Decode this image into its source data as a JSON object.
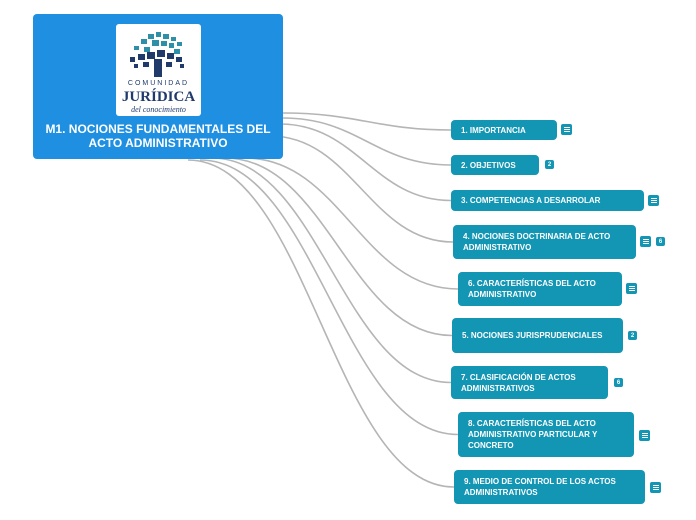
{
  "root": {
    "logo": {
      "line1": "COMUNIDAD",
      "line2": "JURÍDICA",
      "line3": "del conocimiento"
    },
    "title": "M1. NOCIONES FUNDAMENTALES DEL ACTO ADMINISTRATIVO"
  },
  "nodes": [
    {
      "label": "1. IMPORTANCIA",
      "badges": [
        {
          "type": "note",
          "icon": "note-icon"
        }
      ]
    },
    {
      "label": "2. OBJETIVOS",
      "badges": [
        {
          "type": "count",
          "value": "2"
        }
      ]
    },
    {
      "label": "3. COMPETENCIAS A DESARROLAR",
      "badges": [
        {
          "type": "note",
          "icon": "note-icon"
        }
      ]
    },
    {
      "label": "4. NOCIONES DOCTRINARIA DE ACTO ADMINISTRATIVO",
      "badges": [
        {
          "type": "note",
          "icon": "note-icon"
        },
        {
          "type": "count",
          "value": "6"
        }
      ]
    },
    {
      "label": "6. CARACTERÍSTICAS DEL ACTO ADMINISTRATIVO",
      "badges": [
        {
          "type": "note",
          "icon": "note-icon"
        }
      ]
    },
    {
      "label": "5. NOCIONES JURISPRUDENCIALES",
      "badges": [
        {
          "type": "count",
          "value": "2"
        }
      ]
    },
    {
      "label": "7. CLASIFICACIÓN DE ACTOS ADMINISTRATIVOS",
      "badges": [
        {
          "type": "count",
          "value": "6"
        }
      ]
    },
    {
      "label": "8. CARACTERÍSTICAS DEL ACTO ADMINISTRATIVO PARTICULAR Y CONCRETO",
      "badges": [
        {
          "type": "note",
          "icon": "note-icon"
        }
      ]
    },
    {
      "label": "9. MEDIO DE CONTROL DE LOS ACTOS ADMINISTRATIVOS",
      "badges": [
        {
          "type": "note",
          "icon": "note-icon"
        }
      ]
    }
  ],
  "colors": {
    "root": "#1e8fe1",
    "node": "#1395b4",
    "connector": "#b5b5b5",
    "logo_navy": "#1f3a6b",
    "logo_teal": "#2e8fa8"
  }
}
